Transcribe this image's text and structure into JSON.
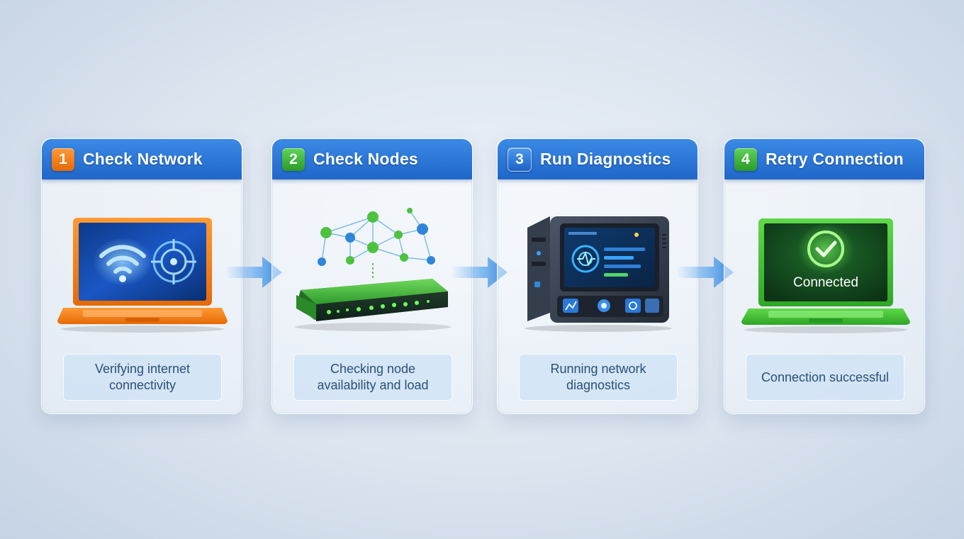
{
  "steps": [
    {
      "number": "1",
      "title": "Check Network",
      "caption": "Verifying internet connectivity",
      "badge_color": "#f07a12",
      "icon": "laptop-wifi-icon"
    },
    {
      "number": "2",
      "title": "Check Nodes",
      "caption": "Checking node availability and load",
      "badge_color": "#3db53a",
      "icon": "router-nodes-icon"
    },
    {
      "number": "3",
      "title": "Run Diagnostics",
      "caption": "Running network diagnostics",
      "badge_color": "#2f7fe0",
      "icon": "diagnostic-device-icon"
    },
    {
      "number": "4",
      "title": "Retry Connection",
      "caption": "Connection successful",
      "badge_color": "#3db53a",
      "icon": "laptop-check-icon"
    }
  ],
  "screen_label": "Connected",
  "colors": {
    "header": "#2873d6",
    "arrow": "#5aa7f0",
    "laptop_orange": "#f47b16",
    "laptop_green": "#3fbf35",
    "router_green": "#3aa33a"
  }
}
